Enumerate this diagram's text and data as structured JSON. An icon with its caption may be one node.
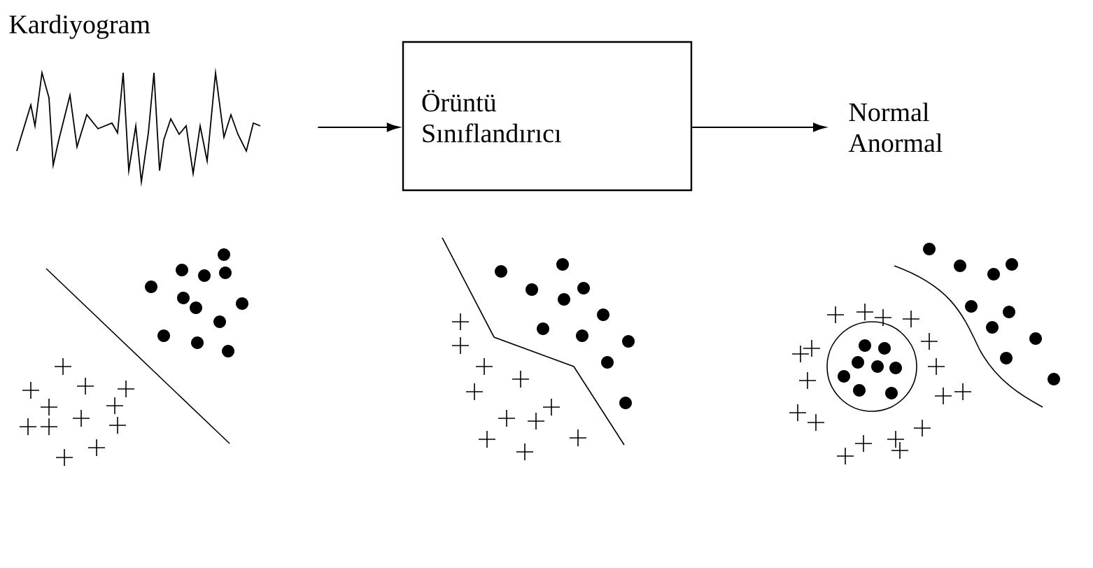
{
  "diagram": {
    "nodes": [
      {
        "text": [
          "Kardiyogram"
        ]
      },
      {
        "text": [
          "Örüntü Sınıflandırıcı"
        ]
      },
      {
        "text": [
          "Normal",
          "Anormal"
        ]
      }
    ],
    "edges": [
      {
        "from": 0,
        "to": 1,
        "arrow": "to"
      },
      {
        "from": 1,
        "to": 2,
        "arrow": "to"
      }
    ]
  }
}
